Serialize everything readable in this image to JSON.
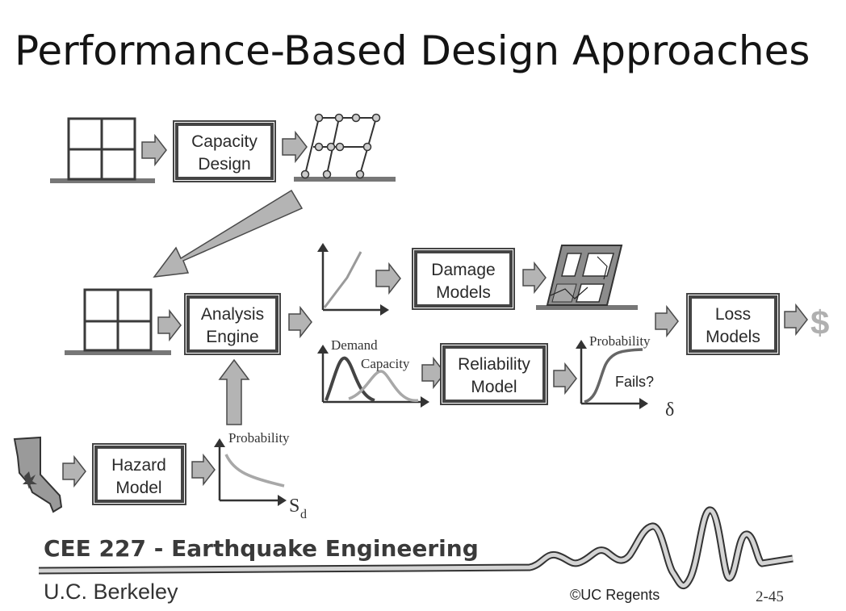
{
  "title": "Performance-Based Design Approaches",
  "boxes": {
    "capacity_design": [
      "Capacity",
      "Design"
    ],
    "analysis_engine": [
      "Analysis",
      "Engine"
    ],
    "damage_models": [
      "Damage",
      "Models"
    ],
    "reliability_model": [
      "Reliability",
      "Model"
    ],
    "loss_models": [
      "Loss",
      "Models"
    ],
    "hazard_model": [
      "Hazard",
      "Model"
    ]
  },
  "plot_labels": {
    "demand": "Demand",
    "capacity": "Capacity",
    "probability_reliability": "Probability",
    "fails": "Fails?",
    "delta": "δ",
    "probability_hazard": "Probability",
    "sd_main": "S",
    "sd_sub": "d"
  },
  "dollar_sign": "$",
  "footer": {
    "course": "CEE 227 - Earthquake Engineering",
    "university": "U.C. Berkeley",
    "copyright": "©UC Regents",
    "page_number": "2-45"
  },
  "colors": {
    "box_border": "#444444",
    "arrow_fill": "#b4b4b4",
    "ground": "#777777",
    "dollar": "#b0b0b0"
  }
}
